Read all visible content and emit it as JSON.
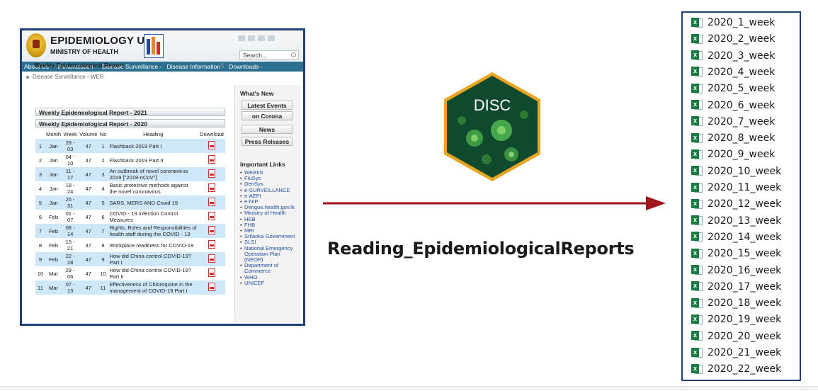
{
  "website": {
    "title": "EPIDEMIOLOGY UNIT",
    "subtitle": "MINISTRY OF HEALTH",
    "search_placeholder": "Search...",
    "nav": [
      "About Us -",
      "Immunization -",
      "Disease Surveillance -",
      "Disease Information -",
      "Downloads -"
    ],
    "breadcrumb": "Disease Surveillance - WER",
    "page_title": "Weekly Epidemiological Report",
    "close_symbol": "×",
    "bar_2021": "Weekly Epidemiological Report - 2021",
    "bar_2020": "Weekly Epidemiological Report - 2020",
    "table": {
      "headers": [
        "Month",
        "Week",
        "Volume",
        "No",
        "Heading",
        "Download"
      ],
      "rows": [
        {
          "idx": "1",
          "month": "Jan",
          "week": "28 - 03",
          "volume": "47",
          "no": "1",
          "heading": "Flashback 2019 Part I"
        },
        {
          "idx": "2",
          "month": "Jan",
          "week": "04 - 10",
          "volume": "47",
          "no": "2",
          "heading": "Flashback 2019 Part II"
        },
        {
          "idx": "3",
          "month": "Jan",
          "week": "11 - 17",
          "volume": "47",
          "no": "3",
          "heading": "An outbreak of novel coronavirus 2019 [\"2019-nCoV\"]"
        },
        {
          "idx": "4",
          "month": "Jan",
          "week": "18 - 24",
          "volume": "47",
          "no": "4",
          "heading": "Basic protective methods against the novel coronavirus"
        },
        {
          "idx": "5",
          "month": "Jan",
          "week": "25 - 31",
          "volume": "47",
          "no": "5",
          "heading": "SARS, MERS AND Covid 19"
        },
        {
          "idx": "6",
          "month": "Feb",
          "week": "01 - 07",
          "volume": "47",
          "no": "6",
          "heading": "COVID - 19 Infection Control Measures"
        },
        {
          "idx": "7",
          "month": "Feb",
          "week": "08 - 14",
          "volume": "47",
          "no": "7",
          "heading": "Rights, Roles and Responsibilities of health staff during the COVID - 19"
        },
        {
          "idx": "8",
          "month": "Feb",
          "week": "15 - 21",
          "volume": "47",
          "no": "8",
          "heading": "Workplace readiness for COVID-19"
        },
        {
          "idx": "9",
          "month": "Feb",
          "week": "22 - 28",
          "volume": "47",
          "no": "9",
          "heading": "How did China control COVID-19? Part I"
        },
        {
          "idx": "10",
          "month": "Mar",
          "week": "29 - 06",
          "volume": "47",
          "no": "10",
          "heading": "How did China control COVID-19? Part II"
        },
        {
          "idx": "11",
          "month": "Mar",
          "week": "07 - 13",
          "volume": "47",
          "no": "11",
          "heading": "Effectiveness of Chloroquine in the management of COVID-19 Part I"
        }
      ]
    },
    "sidebar": {
      "whats_new": "What's New",
      "buttons": [
        "Latest Events",
        "on Corona",
        "News",
        "Press Releases"
      ],
      "important_links_title": "Important Links",
      "links": [
        "WEBIIS",
        "FluSys",
        "DenSys",
        "e-SURVEILLANCE",
        "e-AEFI",
        "e-NIP",
        "Dengue.health.gov.lk",
        "Ministry of Health",
        "HEB",
        "FHB",
        "MRI",
        "Srilanka Government",
        "SLSI",
        "National Emergency Operation Plan (NEOP)",
        "Department of Commerce",
        "WHO",
        "UNICEF"
      ]
    }
  },
  "disc_logo_text": "DISC",
  "caption": "Reading_EpidemiologicalReports",
  "files": [
    "2020_1_week",
    "2020_2_week",
    "2020_3_week",
    "2020_4_week",
    "2020_5_week",
    "2020_6_week",
    "2020_7_week",
    "2020_8_week",
    "2020_9_week",
    "2020_10_week",
    "2020_11_week",
    "2020_12_week",
    "2020_13_week",
    "2020_14_week",
    "2020_15_week",
    "2020_16_week",
    "2020_17_week",
    "2020_18_week",
    "2020_19_week",
    "2020_20_week",
    "2020_21_week",
    "2020_22_week"
  ],
  "colors": {
    "frame": "#1f3f77",
    "arrow": "#a0151c",
    "hex_fill": "#0f4a2e",
    "hex_border": "#e9a521",
    "excel": "#1e7a45",
    "nav": "#2d6f8e"
  },
  "icons": {
    "file_icon": "excel-file-icon",
    "download_icon": "pdf-icon"
  }
}
